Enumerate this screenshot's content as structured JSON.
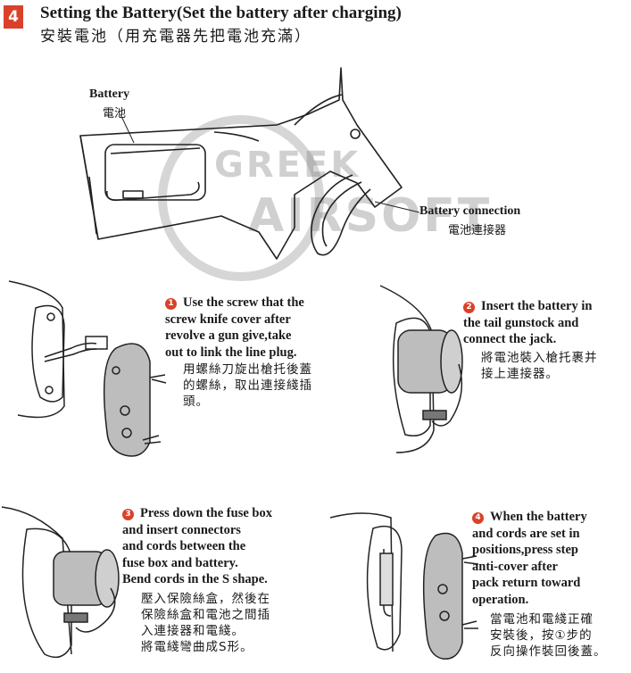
{
  "header": {
    "step_number": "4",
    "title_en": "Setting the Battery(Set the battery after charging)",
    "title_zh": "安裝電池（用充電器先把電池充滿）"
  },
  "diagram_labels": {
    "battery_en": "Battery",
    "battery_zh": "電池",
    "connection_en": "Battery connection",
    "connection_zh": "電池連接器"
  },
  "watermark": {
    "line1": "GREEK",
    "line2": "AIRSOFT"
  },
  "steps": [
    {
      "num": "1",
      "en": [
        "Use the screw that the",
        "screw knife cover after",
        "revolve a gun give,take",
        "out to link the line plug."
      ],
      "zh": [
        "用螺絲刀旋出槍托後蓋",
        "的螺絲，取出連接綫插",
        "頭。"
      ]
    },
    {
      "num": "2",
      "en": [
        "Insert  the  battery in",
        "the tail gunstock and",
        "connect the jack."
      ],
      "zh": [
        "將電池裝入槍托裹并",
        "接上連接器。"
      ]
    },
    {
      "num": "3",
      "en": [
        "Press down the fuse box",
        "and insert connectors",
        "and cords between the",
        "fuse box and battery.",
        "Bend cords in the S shape."
      ],
      "zh": [
        "壓入保險絲盒，然後在",
        "保險絲盒和電池之間插",
        "入連接器和電綫。",
        "將電綫彎曲成S形。"
      ]
    },
    {
      "num": "4",
      "en": [
        "When  the  battery",
        "and cords are set in",
        "positions,press step",
        "anti-cover after",
        "pack return toward",
        "operation."
      ],
      "zh": [
        "當電池和電綫正確",
        "安裝後，按①步的",
        "反向操作裝回後蓋。"
      ]
    }
  ]
}
